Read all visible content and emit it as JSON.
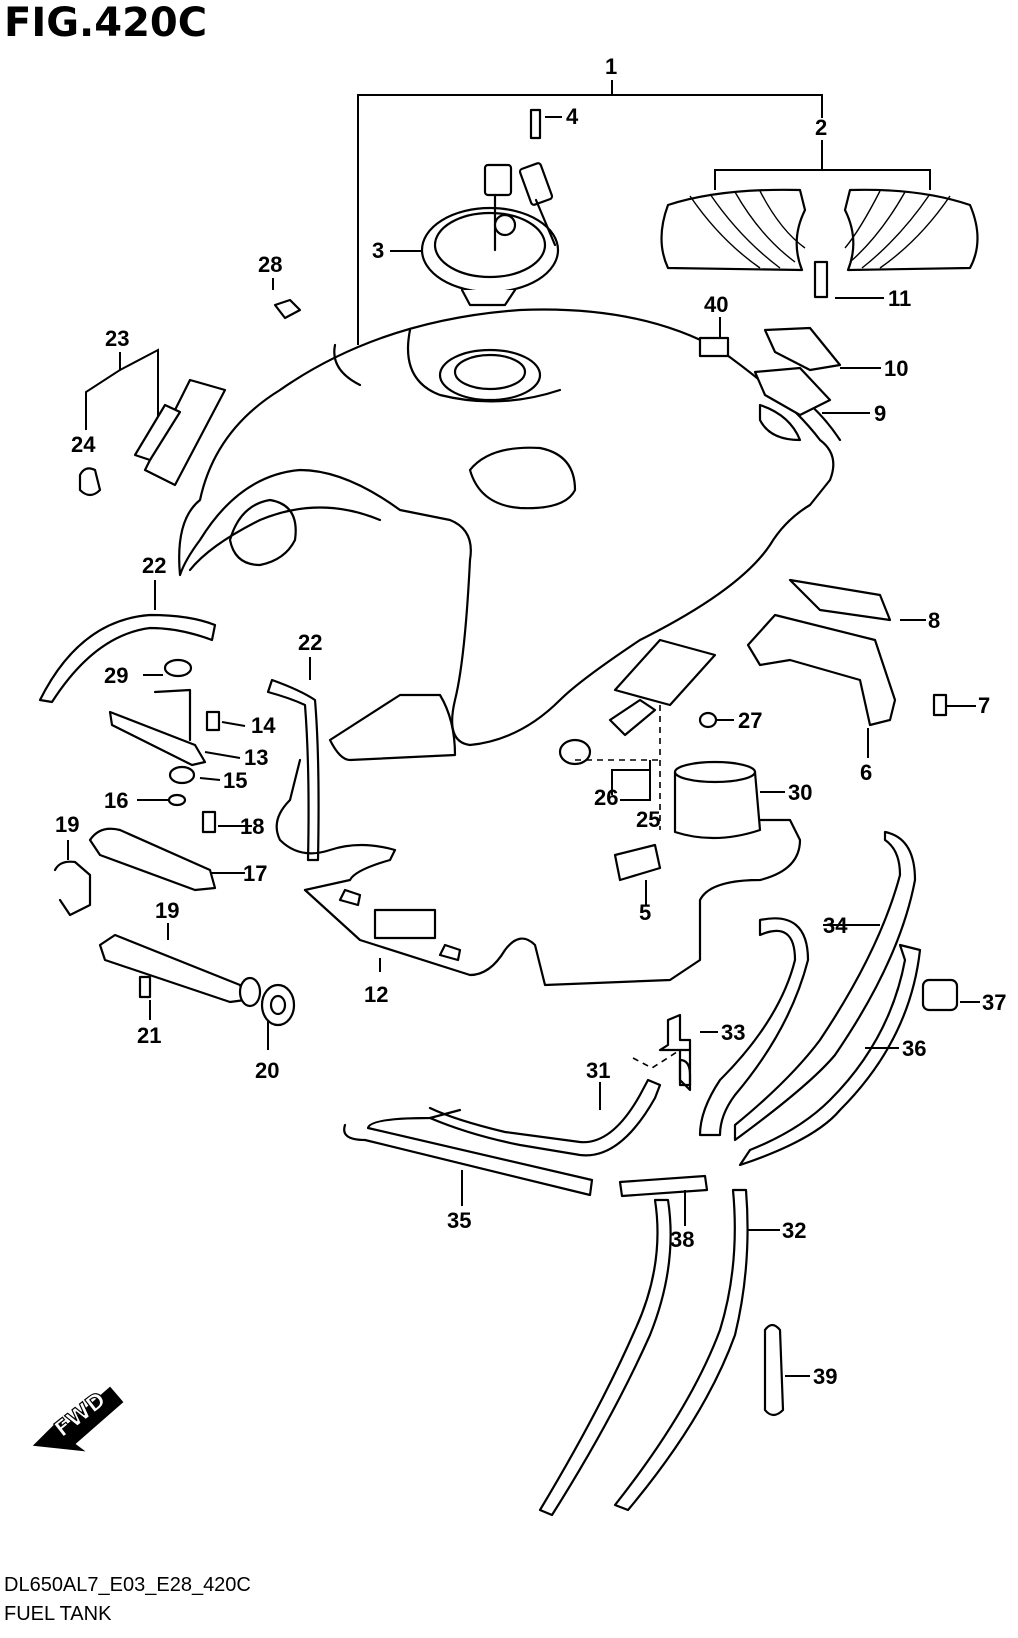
{
  "figure": {
    "title": "FIG.420C",
    "code": "DL650AL7_E03_E28_420C",
    "name": "FUEL TANK"
  },
  "fwd_label": "FWD",
  "callouts": [
    "1",
    "2",
    "3",
    "4",
    "5",
    "6",
    "7",
    "8",
    "9",
    "10",
    "11",
    "12",
    "13",
    "14",
    "15",
    "16",
    "17",
    "18",
    "19",
    "19",
    "20",
    "21",
    "22",
    "22",
    "23",
    "24",
    "25",
    "26",
    "27",
    "28",
    "29",
    "30",
    "31",
    "32",
    "33",
    "34",
    "35",
    "36",
    "37",
    "38",
    "39",
    "40"
  ],
  "colors": {
    "line": "#000000",
    "background": "#ffffff"
  }
}
